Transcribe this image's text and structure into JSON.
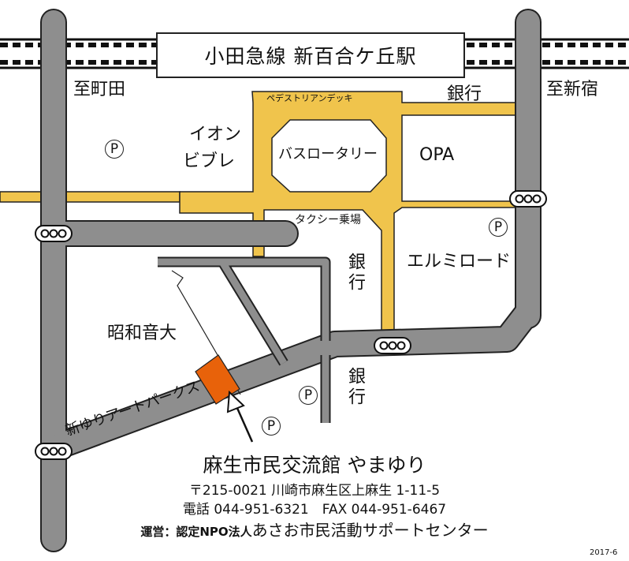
{
  "station": {
    "name": "小田急線  新百合ケ丘駅"
  },
  "directions": {
    "machida": "至町田",
    "shinjuku": "至新宿"
  },
  "labels": {
    "pedestrian_deck": "ペデストリアンデッキ",
    "bank_top": "銀行",
    "aeon_line1": "イオン",
    "aeon_line2": "ビブレ",
    "bus_rotary": "バスロータリー",
    "opa": "OPA",
    "taxi": "タクシー乗場",
    "bank_mid": "銀行",
    "elmiroad": "エルミロード",
    "showa": "昭和音大",
    "bank_low": "銀行",
    "art_parks": "新ゆりアートパークス"
  },
  "parking": {
    "symbol": "P",
    "count": 4
  },
  "venue": {
    "name": "麻生市民交流館 やまゆり",
    "address": "〒215-0021 川崎市麻生区上麻生 1-11-5",
    "phone": "電話 044-951-6321　FAX 044-951-6467",
    "operator_prefix": "運営：認定NPO法人",
    "operator_name": "あさお市民活動サポートセンター"
  },
  "date_stamp": "2017-6",
  "colors": {
    "road": "#8e8e8e",
    "deck": "#f0c44c",
    "venue": "#e8620a",
    "outline": "#222222"
  }
}
